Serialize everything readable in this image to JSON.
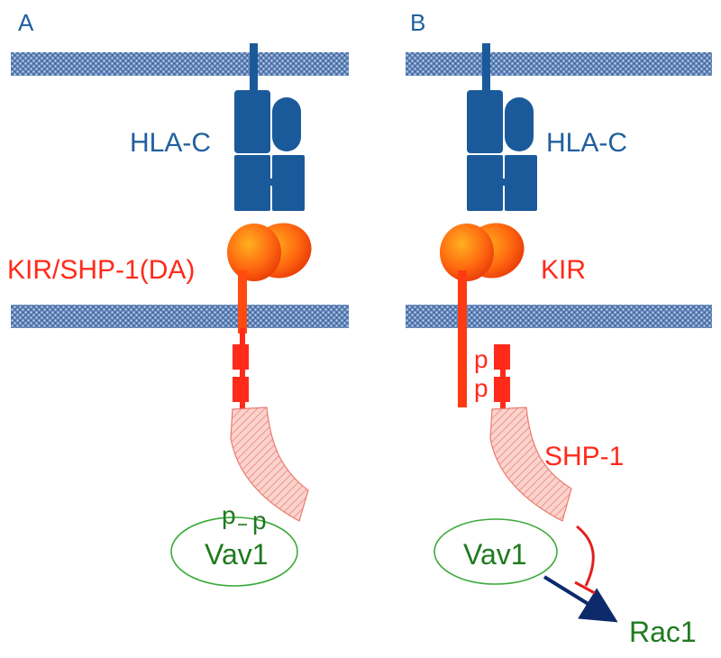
{
  "panels": {
    "a": {
      "letter": "A",
      "hla_label": "HLA-C",
      "receptor_label": "KIR/SHP-1(DA)",
      "vav_label": "Vav1",
      "phospho_1": "p",
      "phospho_2": "p"
    },
    "b": {
      "letter": "B",
      "hla_label": "HLA-C",
      "receptor_label": "KIR",
      "phospho_1": "p",
      "phospho_2": "p",
      "shp_label": "SHP-1",
      "vav_label": "Vav1",
      "rac_label": "Rac1"
    }
  },
  "colors": {
    "membrane": "#4a6fa5",
    "hla": "#1a5a9a",
    "kir": "#ff5a14",
    "shp": "#f4a8a0",
    "vav": "#3aaa3a",
    "green_text": "#1f7a1f",
    "arrow": "#0d2a6b",
    "inhibit": "#e02020"
  }
}
